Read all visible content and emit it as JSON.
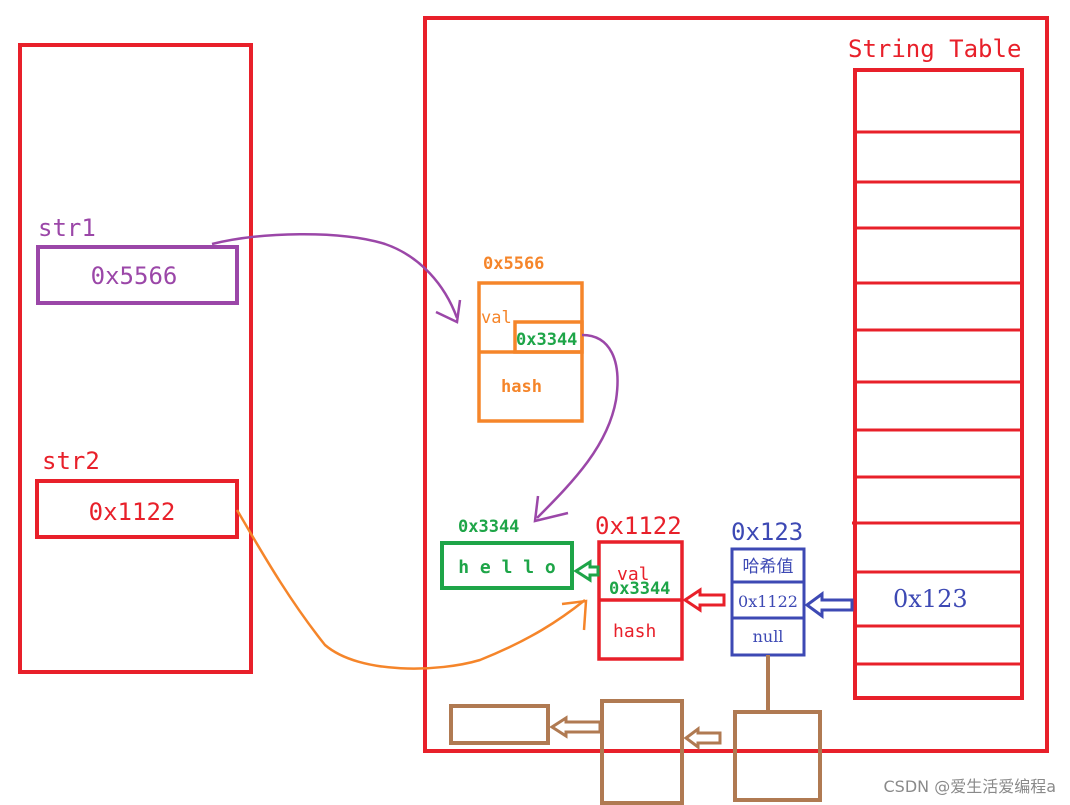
{
  "colors": {
    "red": "#e8202a",
    "purple": "#9b47a8",
    "orange": "#f5852a",
    "green": "#1ea548",
    "blue": "#3d49b4",
    "brown": "#b07a52",
    "watermark": "#8a8a8a"
  },
  "heap": {
    "title": "String Table",
    "slot_value": "0x123"
  },
  "stack": {
    "str1": {
      "label": "str1",
      "value": "0x5566"
    },
    "str2": {
      "label": "str2",
      "value": "0x1122"
    }
  },
  "obj_5566": {
    "address": "0x5566",
    "val_label": "val",
    "val_value": "0x3344",
    "hash_label": "hash"
  },
  "obj_3344": {
    "address": "0x3344",
    "content": "h e l l o"
  },
  "obj_1122": {
    "address": "0x1122",
    "val_label": "val",
    "val_value": "0x3344",
    "hash_label": "hash"
  },
  "node_123": {
    "address": "0x123",
    "row1": "哈希值",
    "row2": "0x1122",
    "row3": "null"
  },
  "watermark": "CSDN @爱生活爱编程a"
}
